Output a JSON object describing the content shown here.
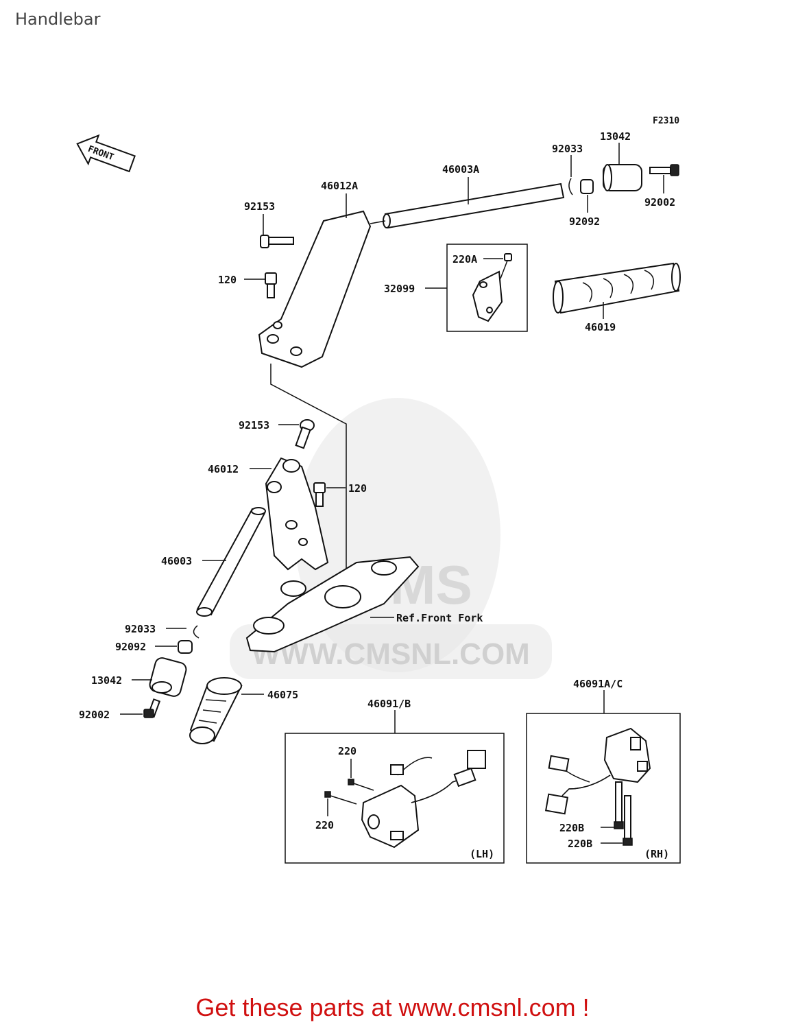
{
  "title": "Handlebar",
  "figure_code": "F2310",
  "front_label": "FRONT",
  "watermark": "WWW.CMSNL.COM",
  "watermark_short": "CMS",
  "ref_label": "Ref.Front Fork",
  "footer": "Get these parts at www.cmsnl.com !",
  "boxes": {
    "lh": {
      "part": "46091/B",
      "side": "(LH)"
    },
    "rh": {
      "part": "46091A/C",
      "side": "(RH)"
    },
    "throttle": {
      "part": "32099"
    }
  },
  "callouts": {
    "p13042_top": "13042",
    "p92033_top": "92033",
    "p46003A": "46003A",
    "p46012A": "46012A",
    "p92153_top": "92153",
    "p92002_top": "92002",
    "p92092_top": "92092",
    "p220A": "220A",
    "p120_top": "120",
    "p32099": "32099",
    "p46019": "46019",
    "p92153_mid": "92153",
    "p46012": "46012",
    "p120_mid": "120",
    "p46003": "46003",
    "p92033_bot": "92033",
    "p92092_bot": "92092",
    "p13042_bot": "13042",
    "p92002_bot": "92002",
    "p46075": "46075",
    "p220_a": "220",
    "p220_b": "220",
    "p220B_a": "220B",
    "p220B_b": "220B"
  },
  "colors": {
    "footer": "#d01010",
    "line": "#111111",
    "watermark": "#e6e6e6"
  }
}
